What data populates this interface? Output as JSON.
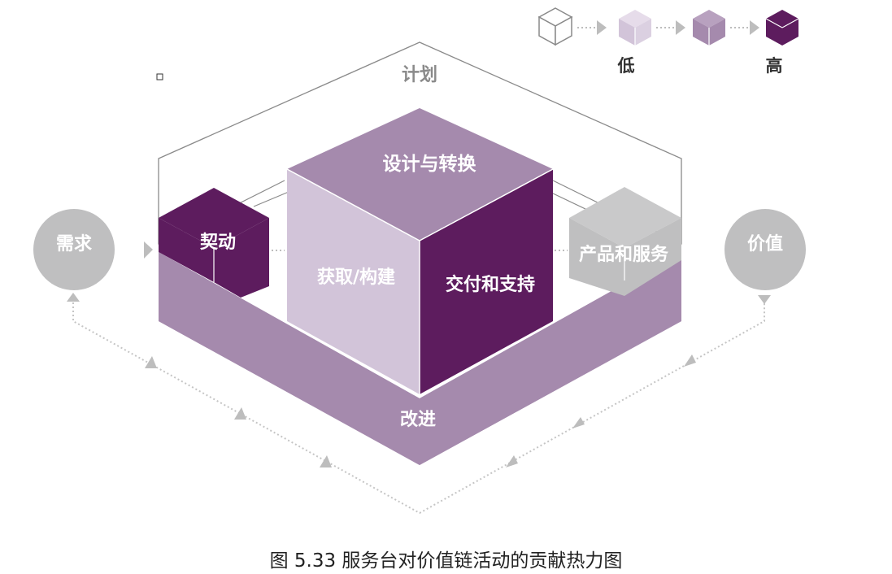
{
  "colors": {
    "dark": "#5d1c5e",
    "mid": "#a58aad",
    "light": "#d2c4d9",
    "lightest": "#dbd0e1",
    "gray": "#bfbfc0",
    "grayDark": "#a8a8aa",
    "outline": "#8a8a8a",
    "arrow": "#bdbdbd"
  },
  "legend": {
    "low_label": "低",
    "high_label": "高"
  },
  "diagram": {
    "plan_label": "计划",
    "improve_label": "改进",
    "engage_label": "契动",
    "design_label": "设计与转换",
    "obtain_label": "获取/构建",
    "deliver_label": "交付和支持",
    "products_label": "产品和服务",
    "demand_label": "需求",
    "value_label": "价值"
  },
  "caption": "图 5.33 服务台对价值链活动的贡献热力图"
}
